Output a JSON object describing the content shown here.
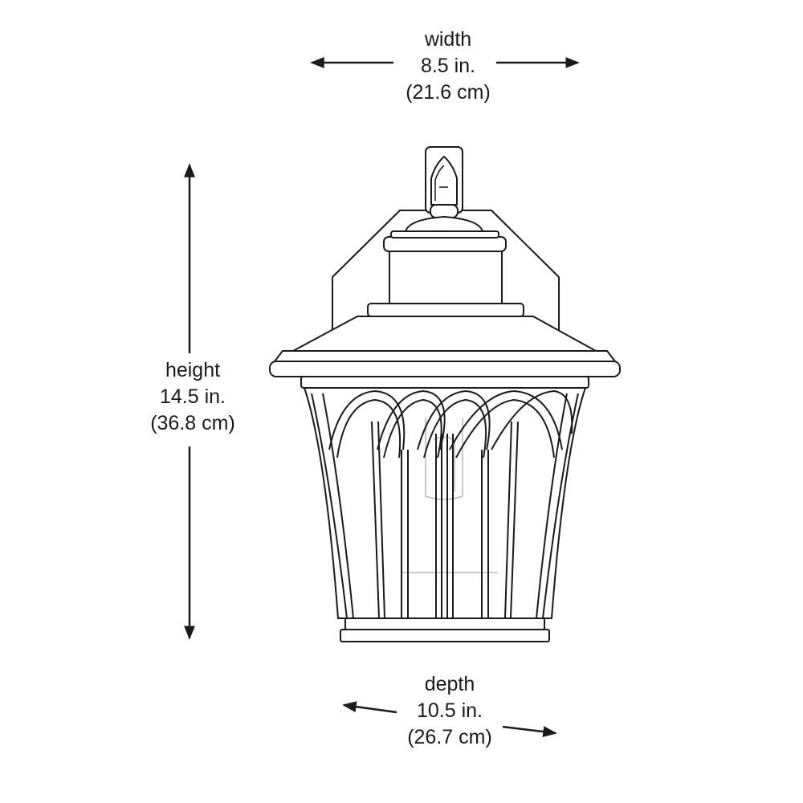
{
  "dimensions": {
    "width": {
      "label": "width",
      "imperial": "8.5 in.",
      "metric": "(21.6 cm)"
    },
    "height": {
      "label": "height",
      "imperial": "14.5 in.",
      "metric": "(36.8 cm)"
    },
    "depth": {
      "label": "depth",
      "imperial": "10.5 in.",
      "metric": "(26.7 cm)"
    }
  },
  "colors": {
    "line": "#1a1a1a",
    "glass": "#b8b8b8",
    "background": "#ffffff"
  }
}
